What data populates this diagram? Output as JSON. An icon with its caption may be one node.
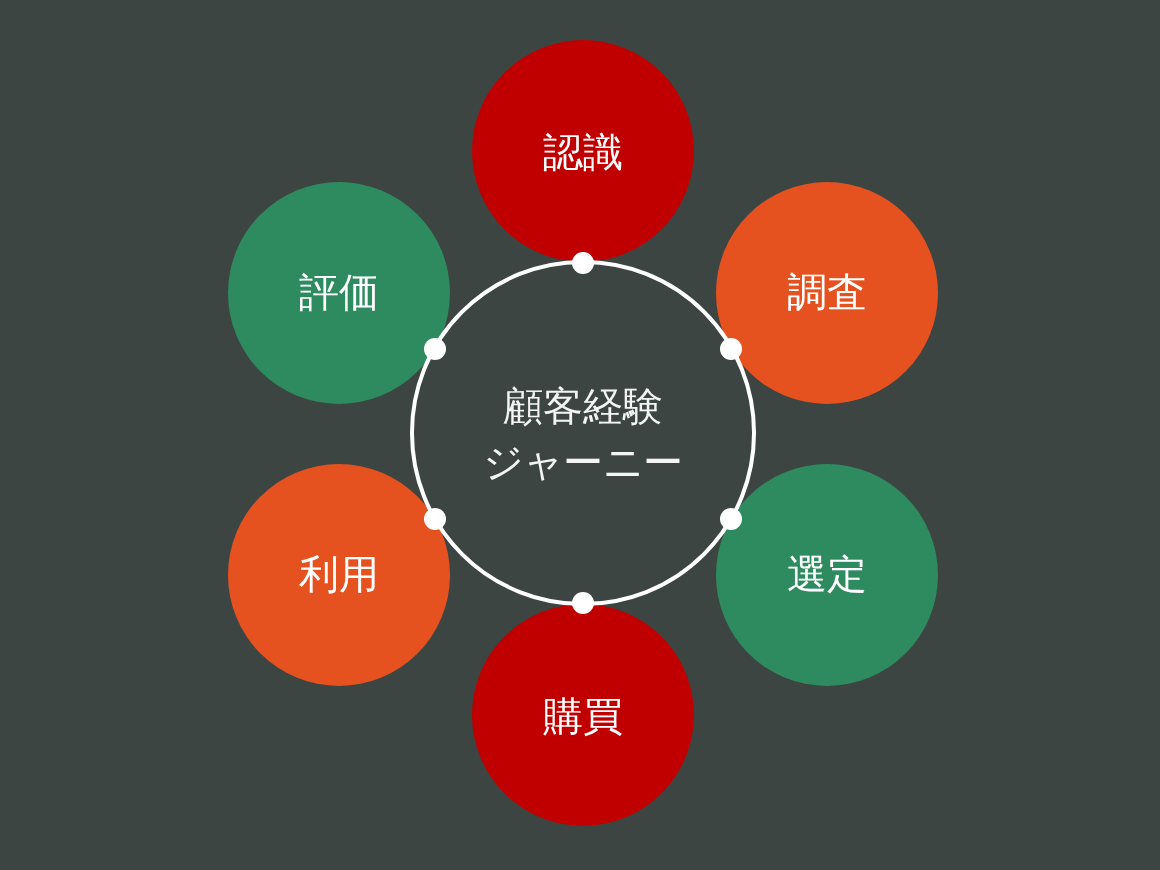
{
  "diagram": {
    "nodes": [
      {
        "text": [
          "顧客経験ジャーニー"
        ]
      },
      {
        "text": [
          "認識"
        ]
      },
      {
        "text": [
          "調査"
        ]
      },
      {
        "text": [
          "選定"
        ]
      },
      {
        "text": [
          "購買"
        ]
      },
      {
        "text": [
          "利用"
        ]
      },
      {
        "text": [
          "評価"
        ]
      }
    ]
  }
}
